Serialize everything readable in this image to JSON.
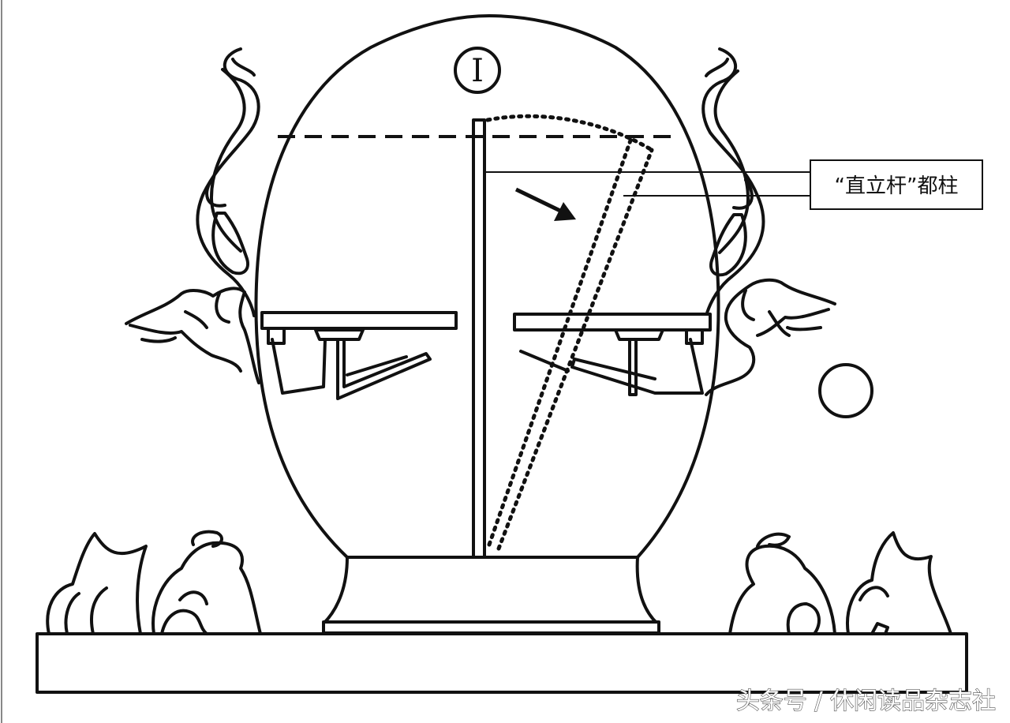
{
  "diagram": {
    "marker": "I",
    "callout_label": "“直立杆”都柱",
    "watermark": "头条号 / 休闲读品杂志社",
    "colors": {
      "ink": "#111111",
      "background": "#ffffff"
    },
    "icons": [
      "seismoscope-vessel",
      "dragon-handle-left",
      "dragon-handle-right",
      "tilt-arrow",
      "bronze-ball",
      "toad-figures"
    ]
  }
}
